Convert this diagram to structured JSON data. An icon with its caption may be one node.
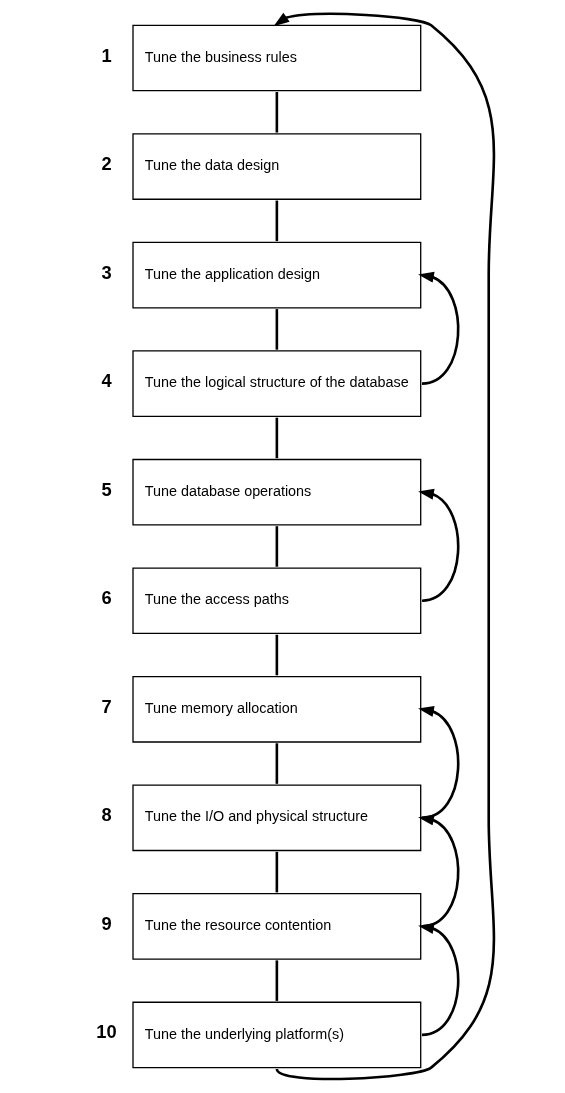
{
  "diagram": {
    "nodes": [
      {
        "text": [
          "Tune the business rules"
        ],
        "beside": [
          "1"
        ]
      },
      {
        "text": [
          "Tune the data design"
        ],
        "beside": [
          "2"
        ]
      },
      {
        "text": [
          "Tune the application design"
        ],
        "beside": [
          "3"
        ]
      },
      {
        "text": [
          "Tune the logical structure of the database"
        ],
        "beside": [
          "4"
        ]
      },
      {
        "text": [
          "Tune database operations"
        ],
        "beside": [
          "5"
        ]
      },
      {
        "text": [
          "Tune the access paths"
        ],
        "beside": [
          "6"
        ]
      },
      {
        "text": [
          "Tune memory allocation"
        ],
        "beside": [
          "7"
        ]
      },
      {
        "text": [
          "Tune the I/O and physical structure"
        ],
        "beside": [
          "8"
        ]
      },
      {
        "text": [
          "Tune the resource contention"
        ],
        "beside": [
          "9"
        ]
      },
      {
        "text": [
          "Tune the underlying platform(s)"
        ],
        "beside": [
          "10"
        ]
      }
    ],
    "edges": [
      {
        "from": 0,
        "to": 1,
        "arrow": "none"
      },
      {
        "from": 1,
        "to": 2,
        "arrow": "none"
      },
      {
        "from": 2,
        "to": 3,
        "arrow": "none"
      },
      {
        "from": 3,
        "to": 2,
        "arrow": "to"
      },
      {
        "from": 3,
        "to": 4,
        "arrow": "none"
      },
      {
        "from": 4,
        "to": 5,
        "arrow": "none"
      },
      {
        "from": 5,
        "to": 4,
        "arrow": "to"
      },
      {
        "from": 5,
        "to": 6,
        "arrow": "none"
      },
      {
        "from": 6,
        "to": 7,
        "arrow": "none"
      },
      {
        "from": 7,
        "to": 6,
        "arrow": "to"
      },
      {
        "from": 7,
        "to": 8,
        "arrow": "none"
      },
      {
        "from": 8,
        "to": 7,
        "arrow": "to"
      },
      {
        "from": 8,
        "to": 9,
        "arrow": "none"
      },
      {
        "from": 9,
        "to": 8,
        "arrow": "to"
      },
      {
        "from": 9,
        "to": 0,
        "arrow": "to"
      }
    ]
  }
}
